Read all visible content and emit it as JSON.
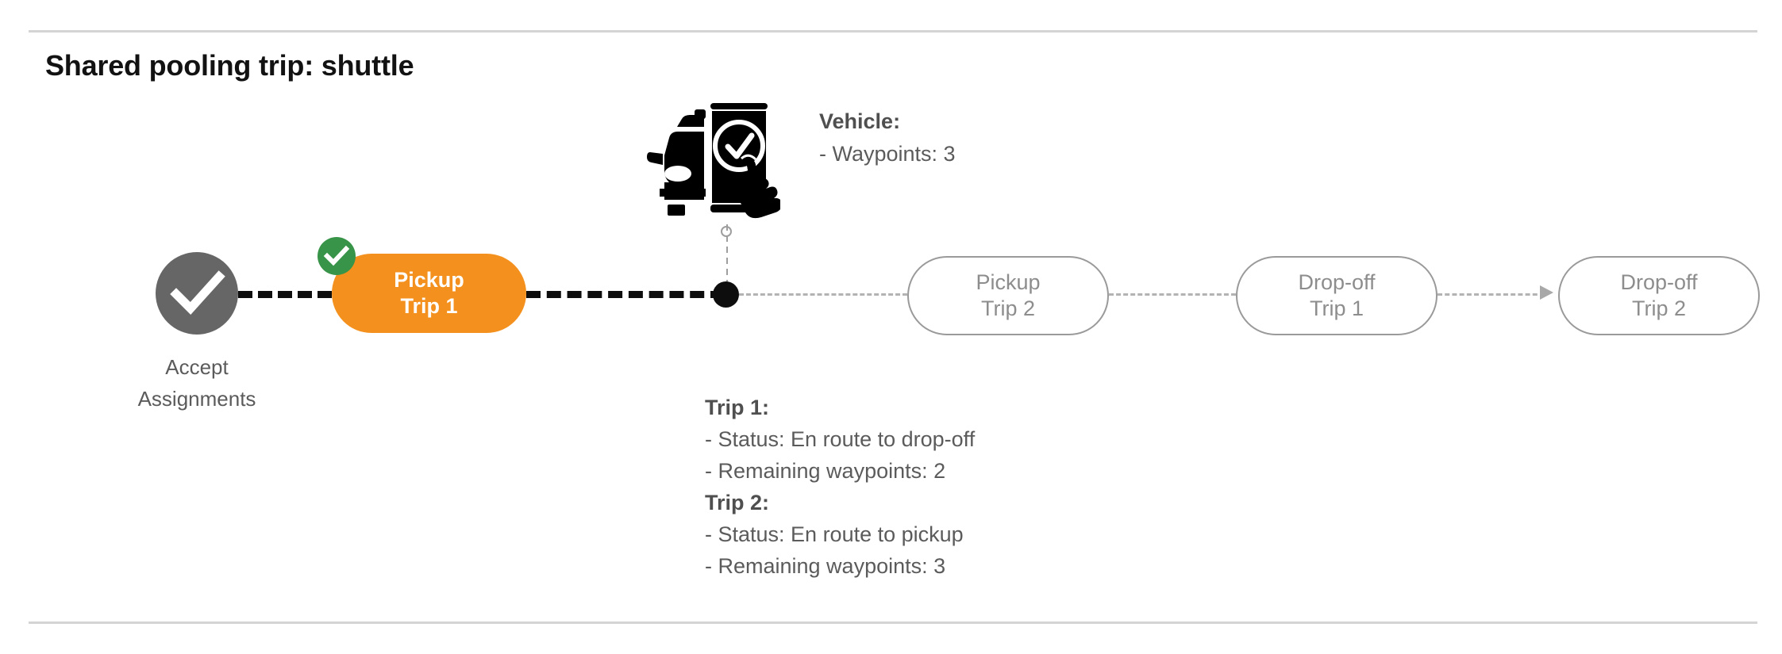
{
  "page": {
    "title": "Shared pooling trip: shuttle",
    "background": "#ffffff"
  },
  "colors": {
    "active_pill": "#F4911E",
    "badge_green": "#389448",
    "accept_circle_gray": "#666666",
    "idle_pill_border": "#9a9a9a",
    "idle_pill_text": "#8d8d8d",
    "body_text": "#5b5b5b",
    "active_edge": "#0d0d0d",
    "future_edge": "#b3b3b3",
    "rule": "#d4d4d4"
  },
  "vehicle": {
    "icon": "vehicle-phone-check-icon",
    "heading": "Vehicle:",
    "waypoints_line": "- Waypoints: 3",
    "waypoints": 3
  },
  "flow": {
    "start": {
      "icon": "check-circle-icon",
      "label_line1": "Accept",
      "label_line2": "Assignments",
      "state": "completed"
    },
    "nodes": [
      {
        "id": "pickup-trip-1",
        "line1": "Pickup",
        "line2": "Trip 1",
        "state": "active",
        "badge": "check-badge-icon"
      },
      {
        "id": "pickup-trip-2",
        "line1": "Pickup",
        "line2": "Trip 2",
        "state": "upcoming"
      },
      {
        "id": "dropoff-trip-1",
        "line1": "Drop-off",
        "line2": "Trip 1",
        "state": "upcoming"
      },
      {
        "id": "dropoff-trip-2",
        "line1": "Drop-off",
        "line2": "Trip 2",
        "state": "upcoming"
      }
    ],
    "current_position_marker": "vehicle-position-dot"
  },
  "trips": [
    {
      "heading": "Trip 1:",
      "status_line": "- Status:  En route to drop-off",
      "status": "En route to drop-off",
      "waypoints_line": "- Remaining waypoints: 2",
      "remaining_waypoints": 2
    },
    {
      "heading": "Trip 2:",
      "status_line": "- Status:  En route to pickup",
      "status": "En route to pickup",
      "waypoints_line": "- Remaining waypoints: 3",
      "remaining_waypoints": 3
    }
  ]
}
